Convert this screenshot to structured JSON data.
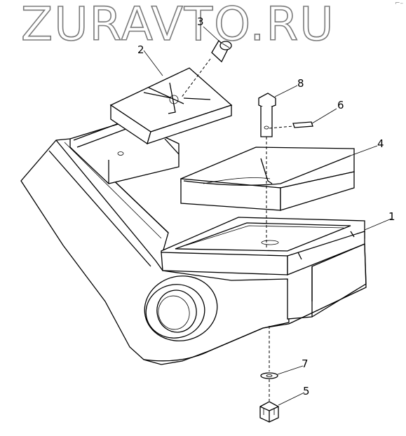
{
  "watermark": "ZURAVTO.RU",
  "corner_mark": "⌐–",
  "callouts": [
    {
      "id": "callout-1",
      "label": "1"
    },
    {
      "id": "callout-2",
      "label": "2"
    },
    {
      "id": "callout-3",
      "label": "3"
    },
    {
      "id": "callout-4",
      "label": "4"
    },
    {
      "id": "callout-5",
      "label": "5"
    },
    {
      "id": "callout-6",
      "label": "6"
    },
    {
      "id": "callout-7",
      "label": "7"
    },
    {
      "id": "callout-8",
      "label": "8"
    }
  ]
}
